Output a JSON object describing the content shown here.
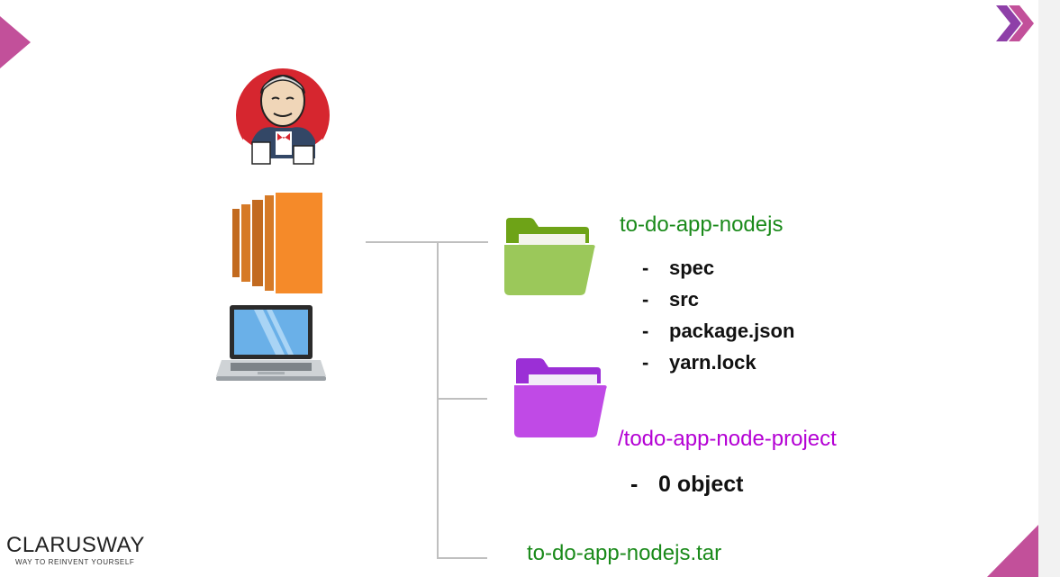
{
  "folders": {
    "workspace": {
      "title": "to-do-app-nodejs",
      "items": [
        "spec",
        "src",
        "package.json",
        "yarn.lock"
      ],
      "icon": "green-folder-icon",
      "color": "#1a8a1a"
    },
    "project": {
      "title": "/todo-app-node-project",
      "items": [
        "0 object"
      ],
      "icon": "purple-folder-icon",
      "color": "#b400d4"
    }
  },
  "archive": {
    "title": "to-do-app-nodejs.tar"
  },
  "list_marker": "-",
  "brand": {
    "name": "CLARUSWAY",
    "tagline": "WAY TO REINVENT YOURSELF"
  },
  "icons": [
    "jenkins-logo-icon",
    "aws-ec2-icon",
    "laptop-icon",
    "green-folder-icon",
    "purple-folder-icon",
    "chevron-arrows-icon"
  ],
  "colors": {
    "accent": "#c2509a",
    "green": "#1a8a1a",
    "purple": "#b400d4",
    "ec2_orange": "#f58a29"
  }
}
